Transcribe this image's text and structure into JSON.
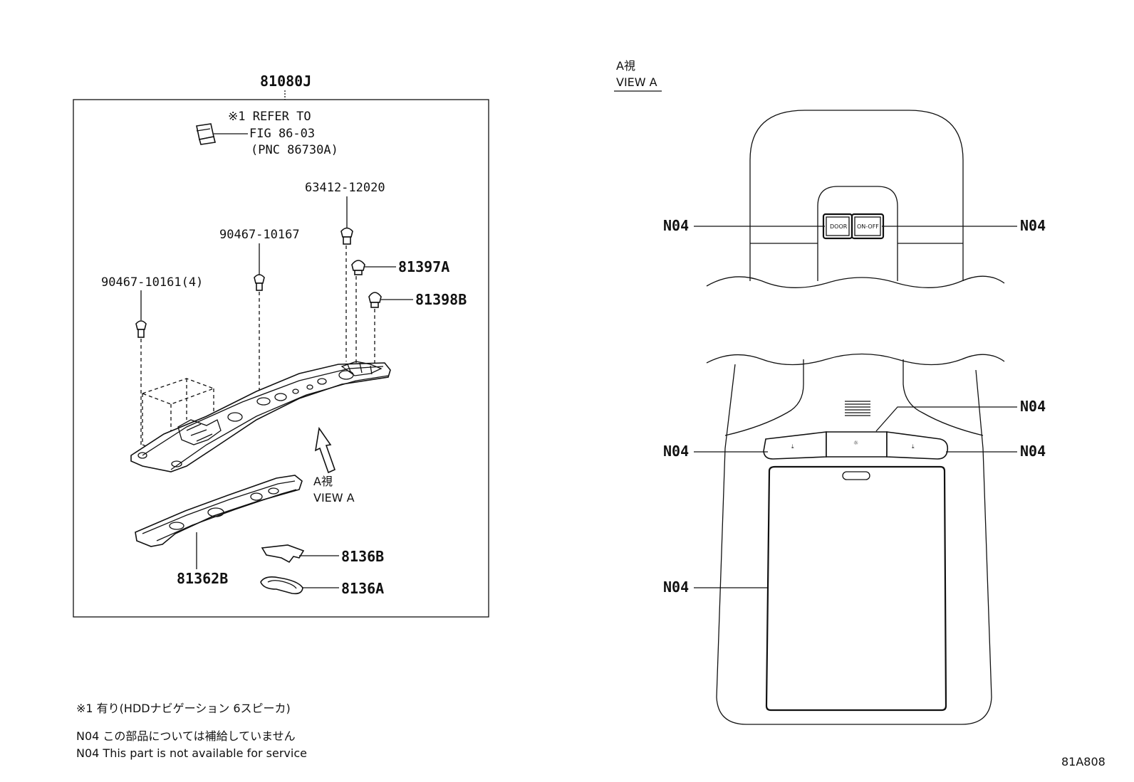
{
  "main_assembly": "81080J",
  "refer": {
    "line1": "※1 REFER TO",
    "line2": "FIG 86-03",
    "line3": "(PNC 86730A)"
  },
  "parts": {
    "clip_63412": "63412-12020",
    "clip_90467_10167": "90467-10167",
    "clip_90467_10161": "90467-10161(4)",
    "cap_81397A": "81397A",
    "cap_81398B": "81398B",
    "plate_81362B": "81362B",
    "pad_8136B": "8136B",
    "pad_8136A": "8136A"
  },
  "view_a": {
    "jp": "A視",
    "en": "VIEW A"
  },
  "view_a_header": {
    "jp": "A視",
    "en": "VIEW A"
  },
  "switches": {
    "door": "DOOR",
    "onoff": "ON-OFF"
  },
  "callouts": {
    "n04_1": "N04",
    "n04_2": "N04",
    "n04_3": "N04",
    "n04_4": "N04",
    "n04_5": "N04",
    "n04_6": "N04"
  },
  "notes": {
    "note1": "※1 有り(HDDナビゲーション 6スピーカ)",
    "note2": "N04 この部品については補給していません",
    "note3": "N04 This part is not available for service"
  },
  "figure_id": "81A808"
}
